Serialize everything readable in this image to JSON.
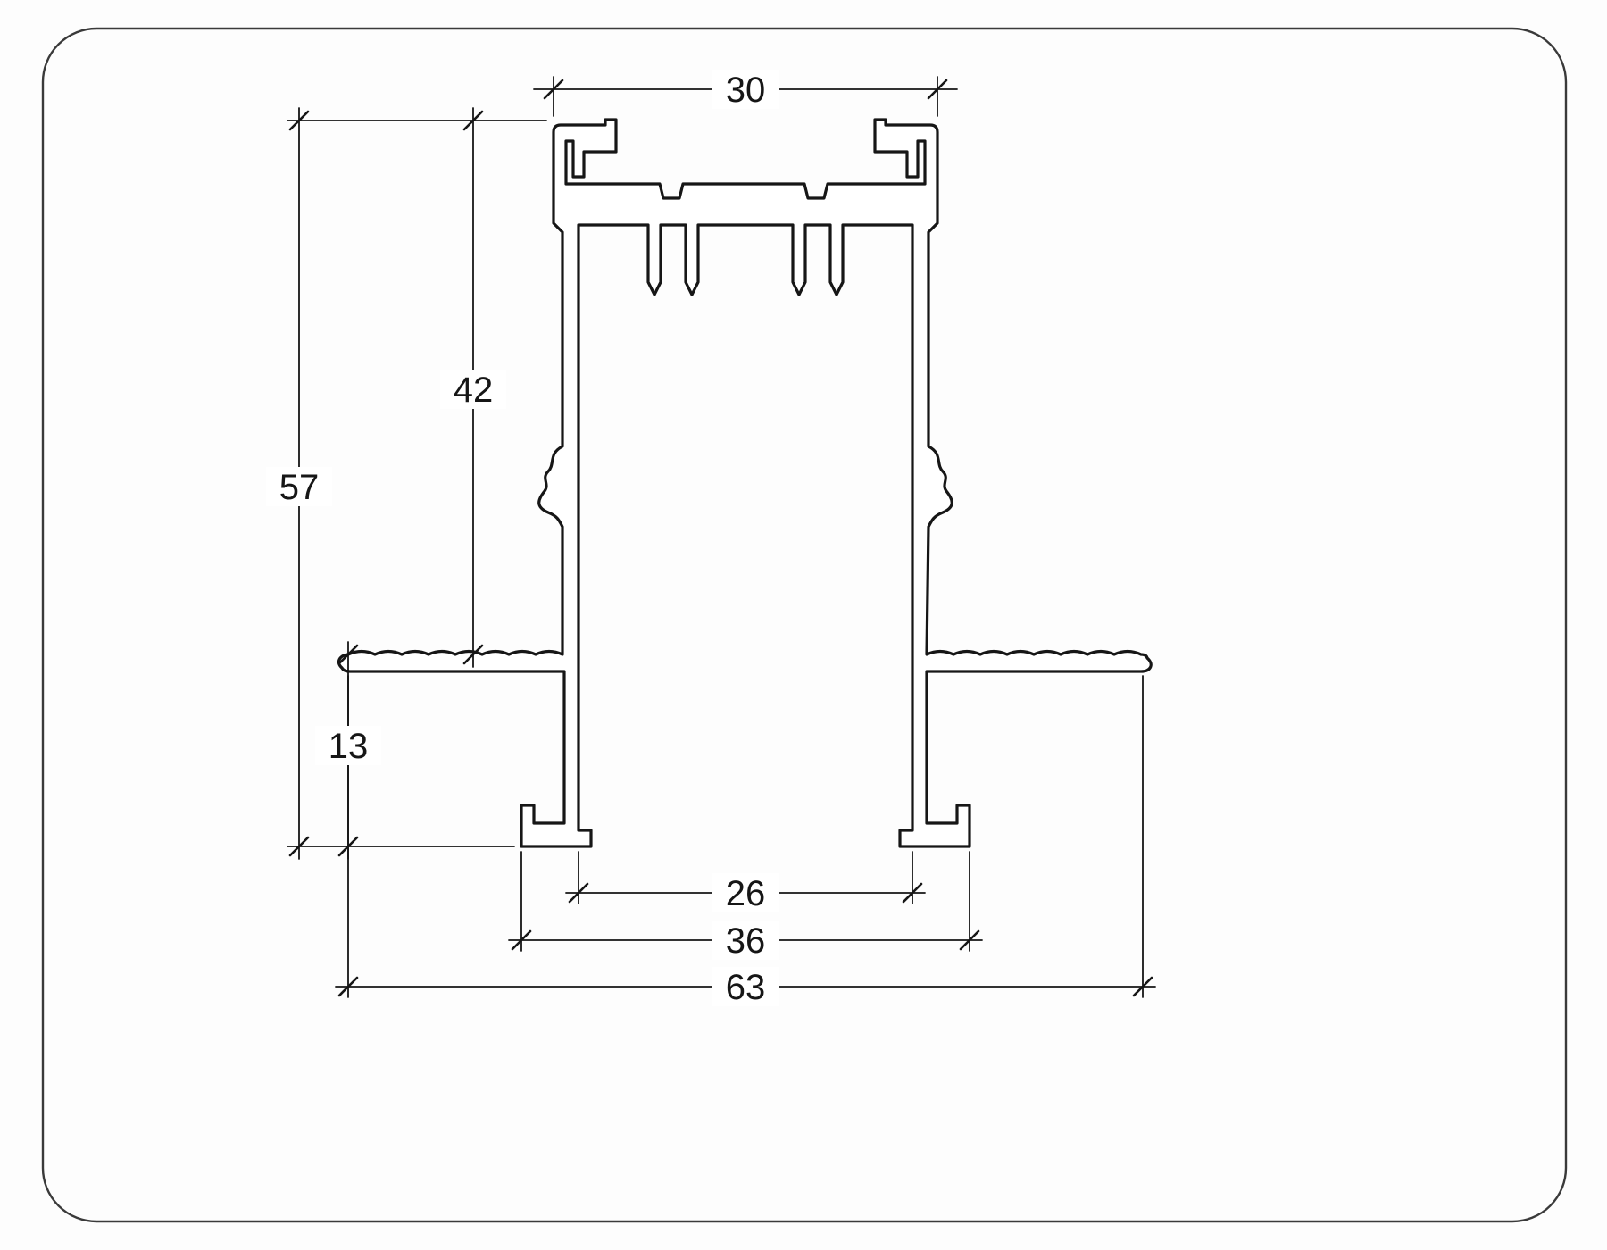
{
  "page": {
    "background": "#fdfdfd",
    "line_color": "#161616",
    "frame_color": "#3a3a3a"
  },
  "drawing": {
    "type": "technical-cross-section",
    "subject": "recessed-track-extrusion-profile",
    "dimensions": {
      "top_width": "30",
      "upper_height": "42",
      "total_height": "57",
      "flange_to_bottom": "13",
      "opening_width": "26",
      "feet_width": "36",
      "overall_width": "63"
    }
  }
}
